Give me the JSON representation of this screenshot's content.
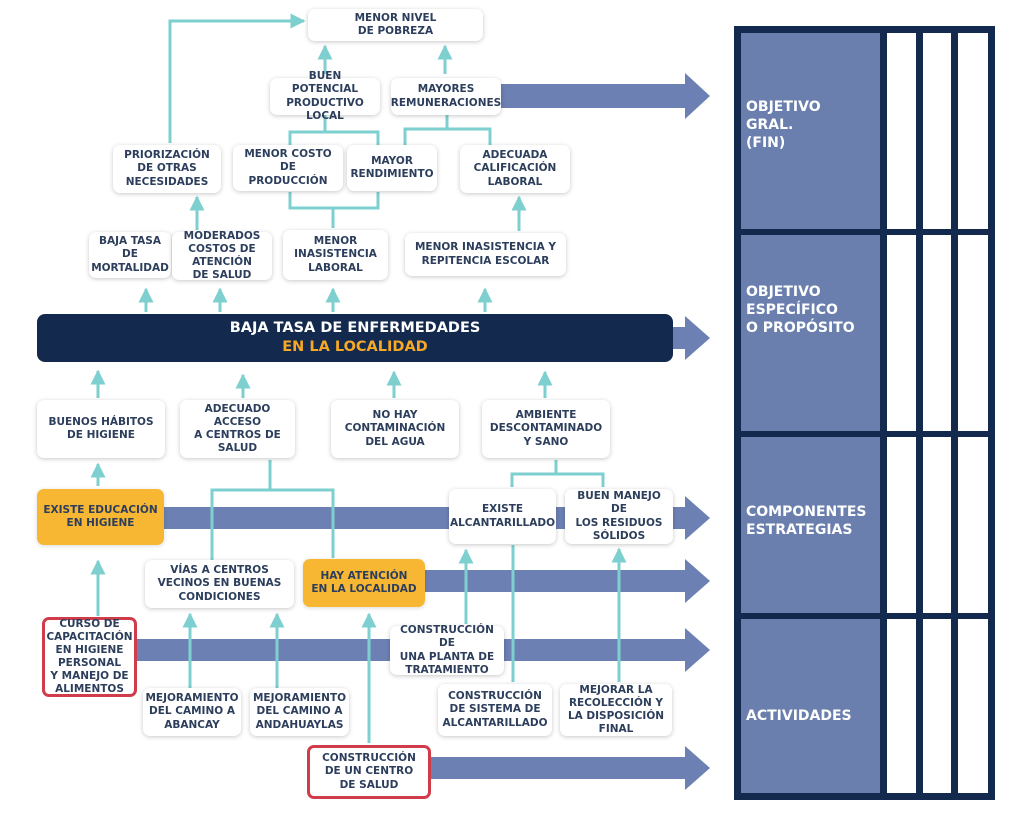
{
  "colors": {
    "navy": "#132a4e",
    "text": "#2c3e5c",
    "band": "#6b7fae",
    "arrow": "#6d80b3",
    "connector": "#7ecfcf",
    "highlight": "#f7b733",
    "highlight_text": "#f7a825",
    "outline": "#d13c4a"
  },
  "central": {
    "line1": "BAJA TASA DE ENFERMEDADES",
    "line2": "EN LA LOCALIDAD"
  },
  "boxes": {
    "menor_pobreza": "MENOR NIVEL\nDE POBREZA",
    "buen_potencial": "BUEN POTENCIAL\nPRODUCTIVO LOCAL",
    "mayores_remuneraciones": "MAYORES\nREMUNERACIONES",
    "priorizacion": "PRIORIZACIÓN\nDE OTRAS\nNECESIDADES",
    "menor_costo": "MENOR COSTO DE\nPRODUCCIÓN",
    "mayor_rendimiento": "MAYOR\nRENDIMIENTO",
    "adecuada_calificacion": "ADECUADA\nCALIFICACIÓN\nLABORAL",
    "baja_mortalidad": "BAJA TASA DE\nMORTALIDAD",
    "moderados_costos": "MODERADOS\nCOSTOS DE\nATENCIÓN\nDE SALUD",
    "menor_inasistencia_laboral": "MENOR\nINASISTENCIA\nLABORAL",
    "menor_inasistencia_escolar": "MENOR INASISTENCIA Y\nREPITENCIA ESCOLAR",
    "buenos_habitos": "BUENOS  HÁBITOS\nDE HIGIENE",
    "acceso_centros": "ADECUADO ACCESO\nA CENTROS DE\nSALUD",
    "no_contaminacion": "NO HAY\nCONTAMINACIÓN\nDEL AGUA",
    "ambiente": "AMBIENTE\nDESCONTAMINADO\nY SANO",
    "educacion_higiene": "EXISTE EDUCACIÓN\nEN HIGIENE",
    "existe_alcantarillado": "EXISTE\nALCANTARILLADO",
    "residuos": "BUEN MANEJO DE\nLOS RESIDUOS\nSÓLIDOS",
    "vias_centros": "VÍAS A CENTROS\nVECINOS EN BUENAS\nCONDICIONES",
    "atencion_localidad": "HAY ATENCIÓN\nEN LA LOCALIDAD",
    "curso_capacitacion": "CURSO DE\nCAPACITACIÓN\nEN HIGIENE\nPERSONAL\nY MANEJO DE\nALIMENTOS",
    "planta_tratamiento": "CONSTRUCCIÓN DE\nUNA PLANTA DE\nTRATAMIENTO",
    "camino_abancay": "MEJORAMIENTO\nDEL CAMINO A\nABANCAY",
    "camino_andahuaylas": "MEJORAMIENTO\nDEL CAMINO A\nANDAHUAYLAS",
    "sistema_alcantarillado": "CONSTRUCCIÓN\nDE SISTEMA DE\nALCANTARILLADO",
    "recoleccion": "MEJORAR LA\nRECOLECCIÓN Y\nLA DISPOSICIÓN\nFINAL",
    "centro_salud": "CONSTRUCCIÓN\nDE UN CENTRO\nDE SALUD"
  },
  "matrix": {
    "rows": [
      {
        "label": "OBJETIVO\nGRAL.\n(FIN)"
      },
      {
        "label": "OBJETIVO\nESPECÍFICO\nO PROPÓSITO"
      },
      {
        "label": "COMPONENTES\nESTRATEGIAS"
      },
      {
        "label": "ACTIVIDADES"
      }
    ]
  }
}
